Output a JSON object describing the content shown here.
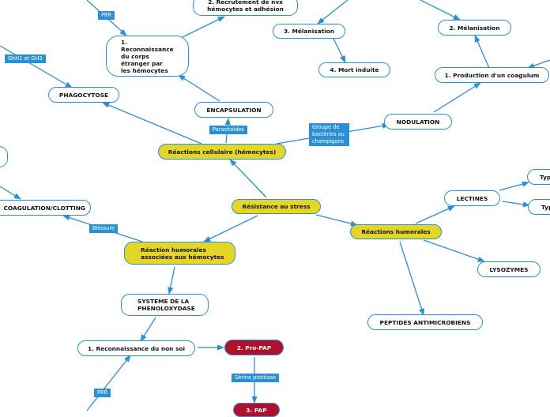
{
  "colors": {
    "edge": "#2b8fd6",
    "node_border": "#2b8fd6",
    "node_fill": "#ffffff",
    "main_fill": "#e5d526",
    "red_fill": "#b0102a",
    "label_fill": "#2b8fd6"
  },
  "nodes": {
    "resistance": "Résistance au stress",
    "reactions_cellulaire": "Réactions cellulaire (hémocytes)",
    "reactions_humorales": "Réactions humorales",
    "reaction_humorales_hemocytes": "Réaction humorales\nassociées aux hémocytes",
    "phagocytose": "PHAGOCYTOSE",
    "reconnaissance_corps": "1.\nReconnaissance\ndu corps\nétranger par\nles hémocytes",
    "recrutement": "2. Recrutement de nvx\nhémocytes et adhésion",
    "melanisation3": "3. Mélanisation",
    "mort_induite": "4. Mort induite",
    "encapsulation": "ENCAPSULATION",
    "nodulation": "NODULATION",
    "production_coagulum": "1. Production d'un coagulum",
    "melanisation2": "2. Mélanisation",
    "coagulation": "COAGULATION/CLOTTING",
    "lectines": "LECTINES",
    "type1": "Typ",
    "type2": "Typ",
    "lysozymes": "LYSOZYMES",
    "peptides": "PEPTIDES ANTIMICROBIENS",
    "systeme_pheno": "SYSTEME DE LA\nPHENOLOXYDASE",
    "reconnaissance_non_soi": "1. Reconnaissance du non soi",
    "pro_pap": "2. Pro-PAP",
    "pap": "3. PAP"
  },
  "labels": {
    "prr_top": "PRR",
    "ghh1": "GhH1 et GH3",
    "parasitoides": "Parasitoïdes",
    "groupe": "Groupe de\nbactéries ou\nchampigons",
    "blessure": "Blessure",
    "serine": "Sérine protéase",
    "prr_bottom": "PRR"
  }
}
